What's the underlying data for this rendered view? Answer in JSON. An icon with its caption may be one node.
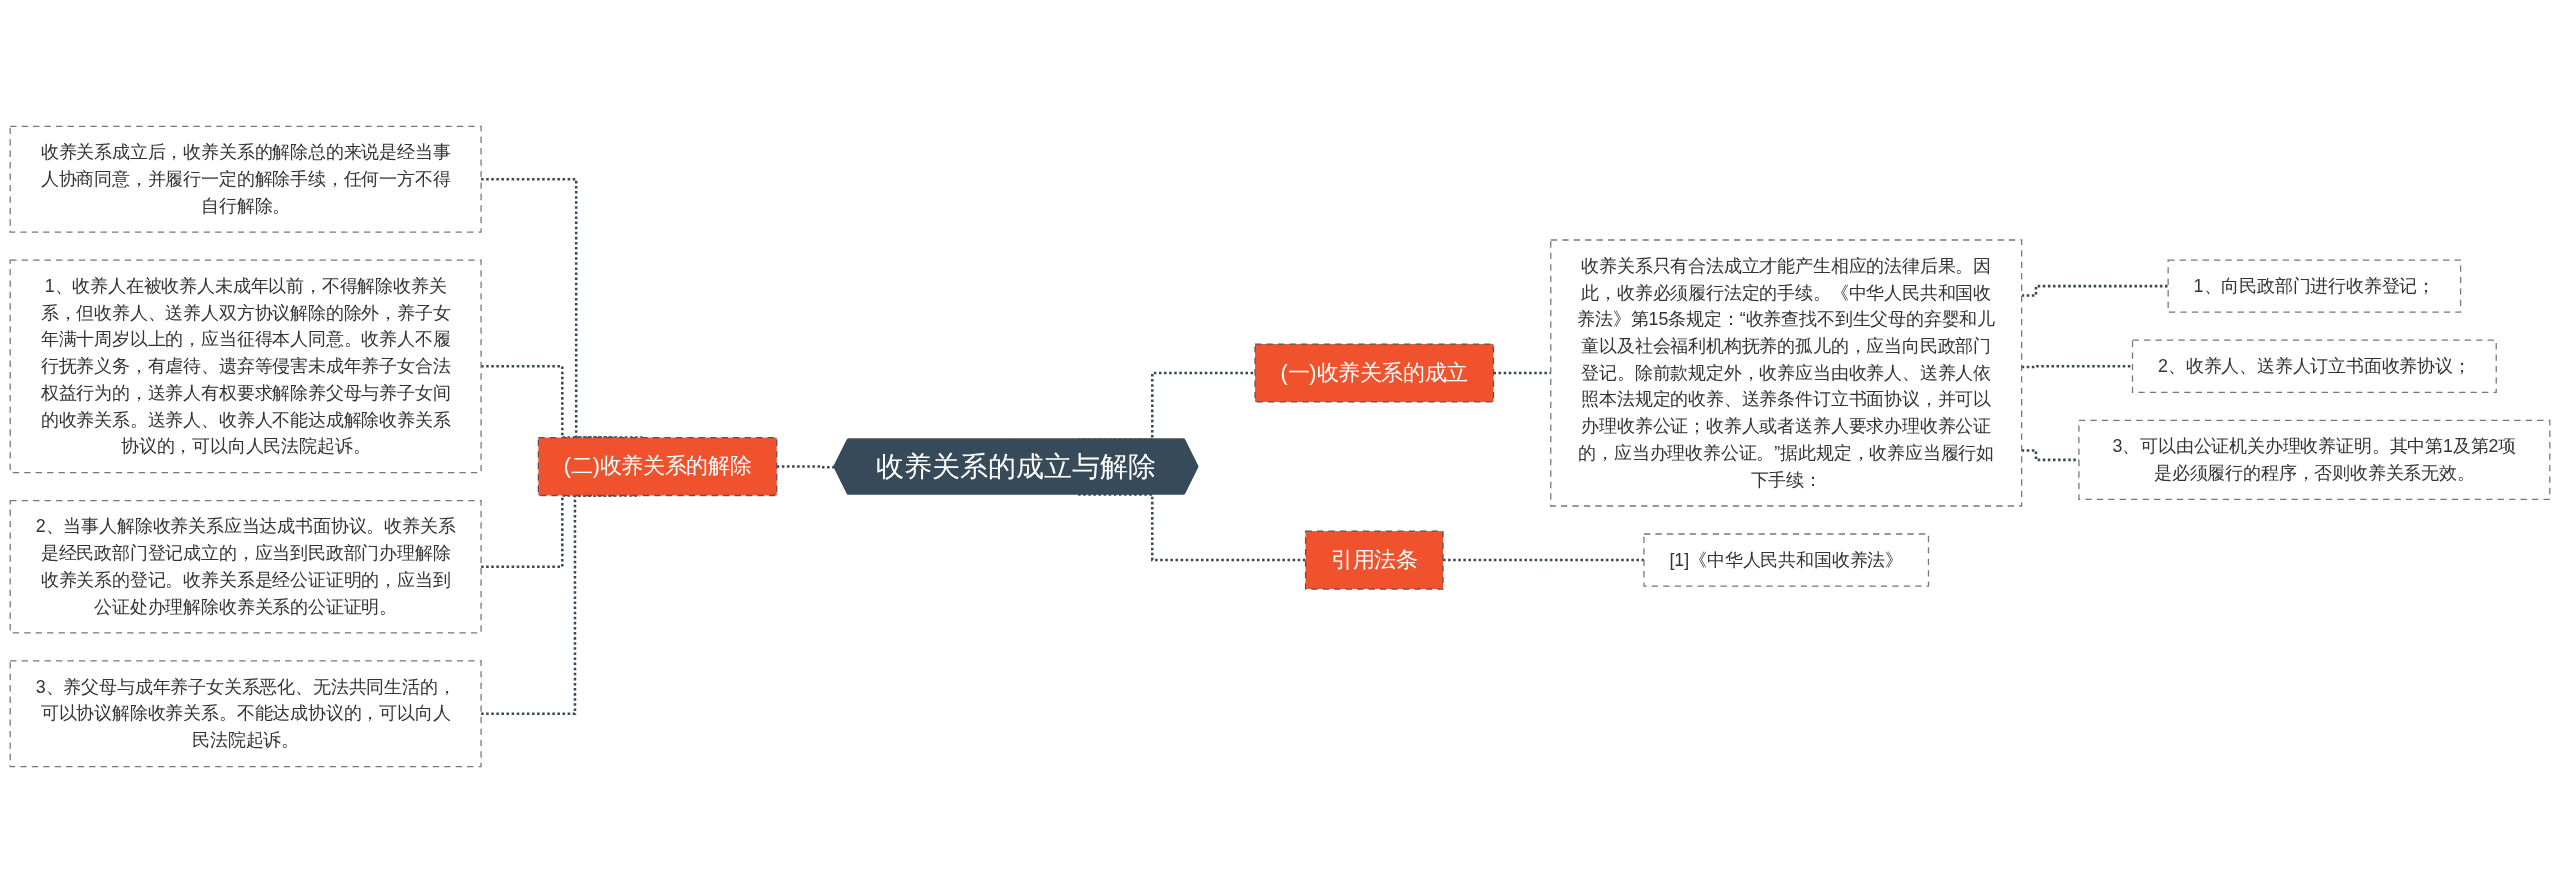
{
  "diagram": {
    "nodes": [
      {
        "text": [
          "收养关系的成立与解除"
        ]
      },
      {
        "text": [
          "(一)收养关系的成立"
        ]
      },
      {
        "text": [
          "收养关系只有合法成立才能产生相应的法律后果。因此，收养必须履行法定的手续。《中华人民共和国收养法》第15条规定：“收养查找不到生父母的弃婴和儿童以及社会福利机构抚养的孤儿的，应当向民政部门登记。除前款规定外，收养应当由收养人、送养人依照本法规定的收养、送养条件订立书面协议，并可以办理收养公证；收养人或者送养人要求办理收养公证的，应当办理收养公证。”据此规定，收养应当履行如下手续："
        ]
      },
      {
        "text": [
          "1、向民政部门进行收养登记；"
        ]
      },
      {
        "text": [
          "2、收养人、送养人订立书面收养协议；"
        ]
      },
      {
        "text": [
          "3、可以由公证机关办理收养证明。其中第1及第2项是必须履行的程序，否则收养关系无效。"
        ]
      },
      {
        "text": [
          "引用法条"
        ]
      },
      {
        "text": [
          "[1]《中华人民共和国收养法》"
        ]
      },
      {
        "text": [
          "(二)收养关系的解除"
        ]
      },
      {
        "text": [
          "收养关系成立后，收养关系的解除总的来说是经当事人协商同意，并履行一定的解除手续，任何一方不得自行解除。"
        ]
      },
      {
        "text": [
          "1、收养人在被收养人未成年以前，不得解除收养关系，但收养人、送养人双方协议解除的除外，养子女年满十周岁以上的，应当征得本人同意。收养人不履行抚养义务，有虐待、遗弃等侵害未成年养子女合法权益行为的，送养人有权要求解除养父母与养子女间的收养关系。送养人、收养人不能达成解除收养关系协议的，可以向人民法院起诉。"
        ]
      },
      {
        "text": [
          "2、当事人解除收养关系应当达成书面协议。收养关系是经民政部门登记成立的，应当到民政部门办理解除收养关系的登记。收养关系是经公证证明的，应当到公证处办理解除收养关系的公证证明。"
        ]
      },
      {
        "text": [
          "3、养父母与成年养子女关系恶化、无法共同生活的，可以协议解除收养关系。不能达成协议的，可以向人民法院起诉。"
        ]
      }
    ],
    "edges": [
      {
        "from": 0,
        "to": 1,
        "arrow": "none",
        "style": "dashed"
      },
      {
        "from": 1,
        "to": 2,
        "arrow": "none",
        "style": "dashed"
      },
      {
        "from": 2,
        "to": 3,
        "arrow": "none",
        "style": "dashed"
      },
      {
        "from": 2,
        "to": 4,
        "arrow": "none",
        "style": "dashed"
      },
      {
        "from": 2,
        "to": 5,
        "arrow": "none",
        "style": "dashed"
      },
      {
        "from": 0,
        "to": 6,
        "arrow": "none",
        "style": "dashed"
      },
      {
        "from": 6,
        "to": 7,
        "arrow": "none",
        "style": "dashed"
      },
      {
        "from": 0,
        "to": 8,
        "arrow": "none",
        "style": "dashed"
      },
      {
        "from": 8,
        "to": 9,
        "arrow": "none",
        "style": "dashed"
      },
      {
        "from": 8,
        "to": 10,
        "arrow": "none",
        "style": "dashed"
      },
      {
        "from": 8,
        "to": 11,
        "arrow": "none",
        "style": "dashed"
      },
      {
        "from": 8,
        "to": 12,
        "arrow": "none",
        "style": "dashed"
      }
    ]
  }
}
